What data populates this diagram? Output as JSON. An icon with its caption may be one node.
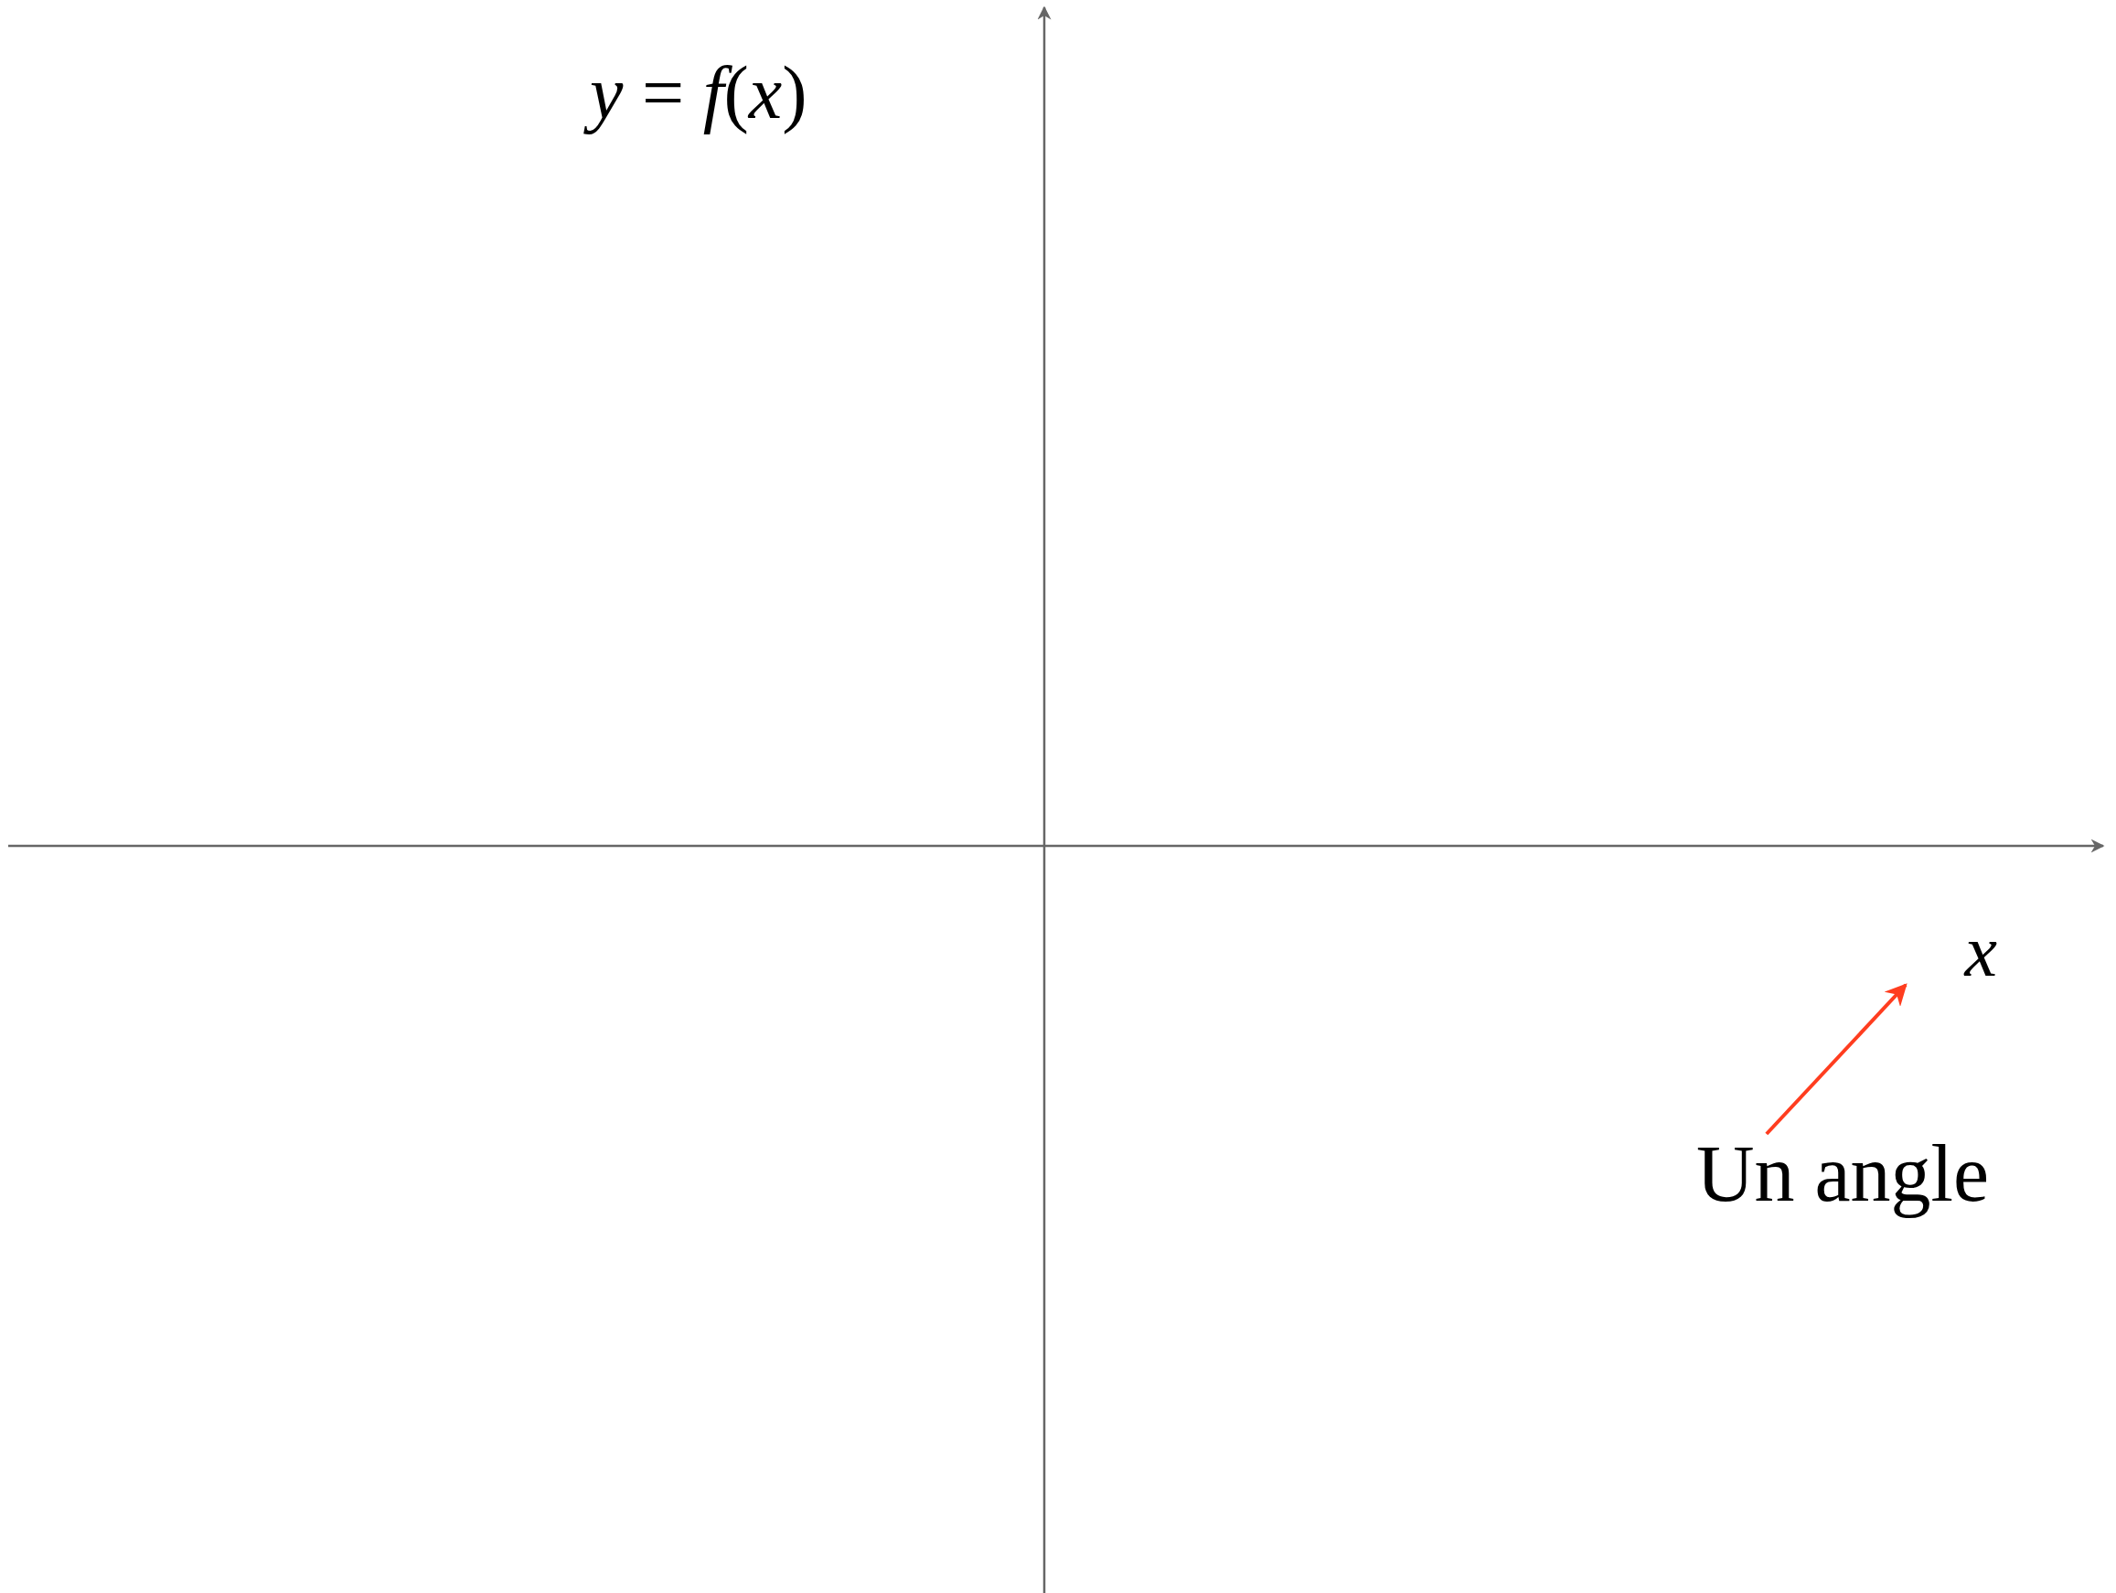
{
  "diagram": {
    "nodes": [
      {
        "text": [
          "Un angle"
        ]
      },
      {
        "text": [
          "x"
        ]
      }
    ],
    "edges": [
      {
        "from": 0,
        "to": 1,
        "arrow": "to",
        "color": "#ff3d1f"
      }
    ],
    "labels": [
      "*y* = *f*(*x*)"
    ]
  }
}
